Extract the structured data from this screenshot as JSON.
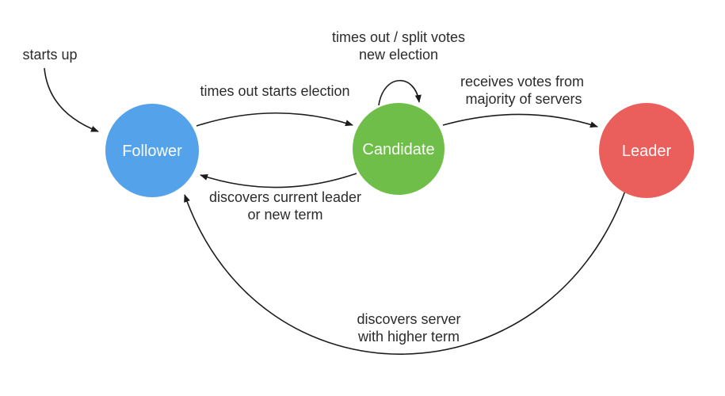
{
  "diagram_type": "state-machine",
  "nodes": {
    "follower": {
      "label": "Follower",
      "color": "#54a2ea"
    },
    "candidate": {
      "label": "Candidate",
      "color": "#6fbe4a"
    },
    "leader": {
      "label": "Leader",
      "color": "#ea5f5c"
    }
  },
  "edges": {
    "starts_up": {
      "label": "starts up",
      "from": "start",
      "to": "follower"
    },
    "times_out_starts_election": {
      "label": "times out starts election",
      "from": "follower",
      "to": "candidate"
    },
    "times_out_split_votes": {
      "line1": "times out / split votes",
      "line2": "new election",
      "from": "candidate",
      "to": "candidate"
    },
    "receives_votes": {
      "line1": "receives votes from",
      "line2": "majority of servers",
      "from": "candidate",
      "to": "leader"
    },
    "discovers_current_leader": {
      "line1": "discovers current leader",
      "line2": "or new term",
      "from": "candidate",
      "to": "follower"
    },
    "discovers_server_higher_term": {
      "line1": "discovers server",
      "line2": "with higher term",
      "from": "leader",
      "to": "follower"
    }
  },
  "colors": {
    "background": "#ffffff",
    "edge_stroke": "#1c1c1c",
    "edge_text": "#2b2b2b",
    "node_text": "#ffffff"
  }
}
